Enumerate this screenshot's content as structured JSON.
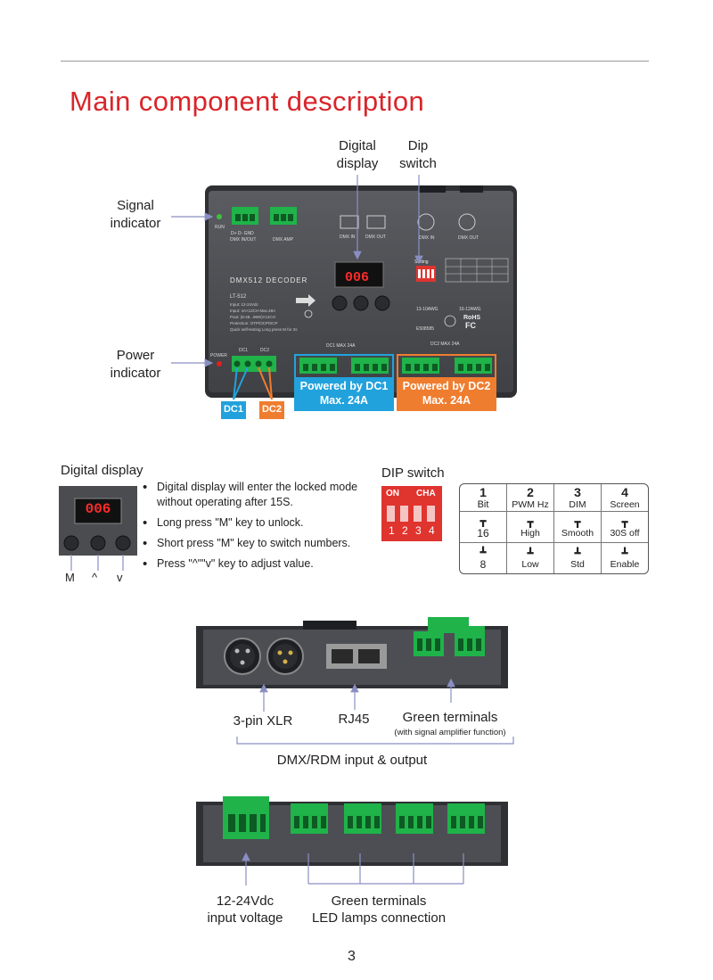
{
  "page": {
    "title": "Main component description",
    "page_number": "3"
  },
  "top_callouts": {
    "digital_display": "Digital\ndisplay",
    "dip_switch": "Dip\nswitch",
    "signal_indicator": "Signal\nindicator",
    "power_indicator": "Power\nindicator"
  },
  "device": {
    "model_label": "DMX512 DECODER",
    "model_code": "LT-512",
    "specs": [
      "Input: 12-24Vdc",
      "Input: 4A×12CH  Max.48A",
      "Pout: (8-48...96W)×12CH",
      "Protection: OTP/OCP/SCP",
      "Quick self-testing Long press M for 2s"
    ],
    "display_value": "006",
    "run_label": "RUN",
    "power_label": "POWER",
    "dmx_in_out": "DMX IN/OUT",
    "dmx_amp": "DMX AMP",
    "dmx_in": "DMX IN",
    "dmx_out": "DMX OUT",
    "setting": "Setting",
    "dc1": "DC1",
    "dc2": "DC2",
    "dc1_max": "DC1 MAX 24A",
    "dc2_max": "DC2 MAX 24A",
    "rohs": "RoHS",
    "fc": "FC",
    "file": "E508585"
  },
  "power_boxes": {
    "dc1": {
      "line1": "Powered by DC1",
      "line2": "Max. 24A",
      "tag": "DC1",
      "color": "#22a2dc"
    },
    "dc2": {
      "line1": "Powered by DC2",
      "line2": "Max. 24A",
      "tag": "DC2",
      "color": "#ef7d2f"
    }
  },
  "digital_display_section": {
    "heading": "Digital display",
    "value": "006",
    "keys": [
      "M",
      "^",
      "v"
    ],
    "bullets": [
      "Digital display will enter the locked mode without operating after 15S.",
      "Long press \"M\" key to unlock.",
      "Short press \"M\" key to switch numbers.",
      "Press \"^\"\"v\" key to adjust value."
    ]
  },
  "dip_section": {
    "heading": "DIP switch",
    "switch_labels": {
      "on": "ON",
      "brand": "CHA",
      "positions": [
        "1",
        "2",
        "3",
        "4"
      ]
    },
    "columns": [
      {
        "num": "1",
        "name": "Bit",
        "up": "16",
        "down": "8"
      },
      {
        "num": "2",
        "name": "PWM Hz",
        "up": "High",
        "down": "Low"
      },
      {
        "num": "3",
        "name": "DIM",
        "up": "Smooth",
        "down": "Std"
      },
      {
        "num": "4",
        "name": "Screen",
        "up": "30S off",
        "down": "Enable"
      }
    ]
  },
  "front_panel": {
    "xlr_label": "3-pin XLR",
    "rj45_label": "RJ45",
    "green_label": "Green terminals",
    "green_sub": "(with signal amplifier function)",
    "group_label": "DMX/RDM input & output"
  },
  "rear_panel": {
    "power_label": "12-24Vdc\ninput voltage",
    "terminal_label": "Green terminals\nLED lamps connection"
  }
}
